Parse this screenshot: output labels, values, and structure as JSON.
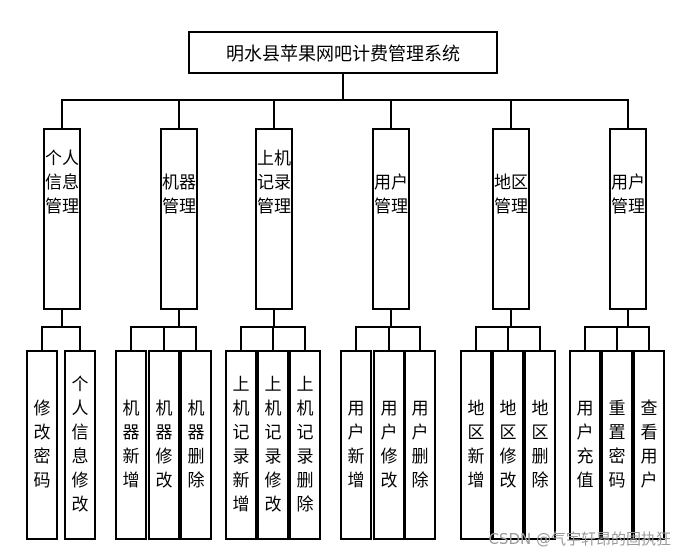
{
  "root": {
    "label": "明水县苹果网吧计费管理系统"
  },
  "modules": [
    {
      "label": "个人信息管理",
      "children": [
        {
          "label": "修改密码"
        },
        {
          "label": "个人信息修改"
        }
      ]
    },
    {
      "label": "机器管理",
      "children": [
        {
          "label": "机器新增"
        },
        {
          "label": "机器修改"
        },
        {
          "label": "机器删除"
        }
      ]
    },
    {
      "label": "上机记录管理",
      "children": [
        {
          "label": "上机记录新增"
        },
        {
          "label": "上机记录修改"
        },
        {
          "label": "上机记录删除"
        }
      ]
    },
    {
      "label": "用户管理",
      "children": [
        {
          "label": "用户新增"
        },
        {
          "label": "用户修改"
        },
        {
          "label": "用户删除"
        }
      ]
    },
    {
      "label": "地区管理",
      "children": [
        {
          "label": "地区新增"
        },
        {
          "label": "地区修改"
        },
        {
          "label": "地区删除"
        }
      ]
    },
    {
      "label": "用户管理",
      "children": [
        {
          "label": "用户充值"
        },
        {
          "label": "重置密码"
        },
        {
          "label": "查看用户"
        }
      ]
    }
  ],
  "watermark": "CSDN @气宇轩昂的固执狂"
}
